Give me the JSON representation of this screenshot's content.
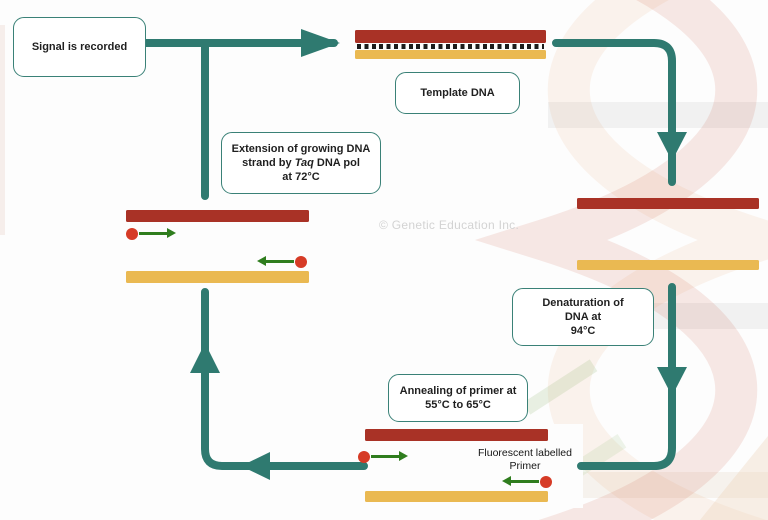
{
  "watermark": "© Genetic Education Inc.",
  "boxes": {
    "signal": {
      "label": "Signal is recorded"
    },
    "template": {
      "label": "Template DNA"
    },
    "extension": {
      "line1": "Extension of growing DNA",
      "line2a": "strand by ",
      "line2b": "Taq",
      "line2c": " DNA pol",
      "line3": "at 72°C"
    },
    "denaturation": {
      "line1": "Denaturation of",
      "line2": "DNA at",
      "line3": "94°C"
    },
    "annealing": {
      "line1": "Annealing of primer at",
      "line2": "55°C to 65°C"
    }
  },
  "labels": {
    "fluorescent1": "Fluorescent labelled",
    "fluorescent2": "Primer"
  },
  "colors": {
    "flow_teal": "#2f7a70",
    "strand_red": "#a93226",
    "strand_yellow": "#eab952",
    "primer_green": "#2f7d1e",
    "fluorescent_dot_red": "#d63b26",
    "box_border_teal": "#3a8177",
    "watermark_gray": "#d3d3d3"
  }
}
